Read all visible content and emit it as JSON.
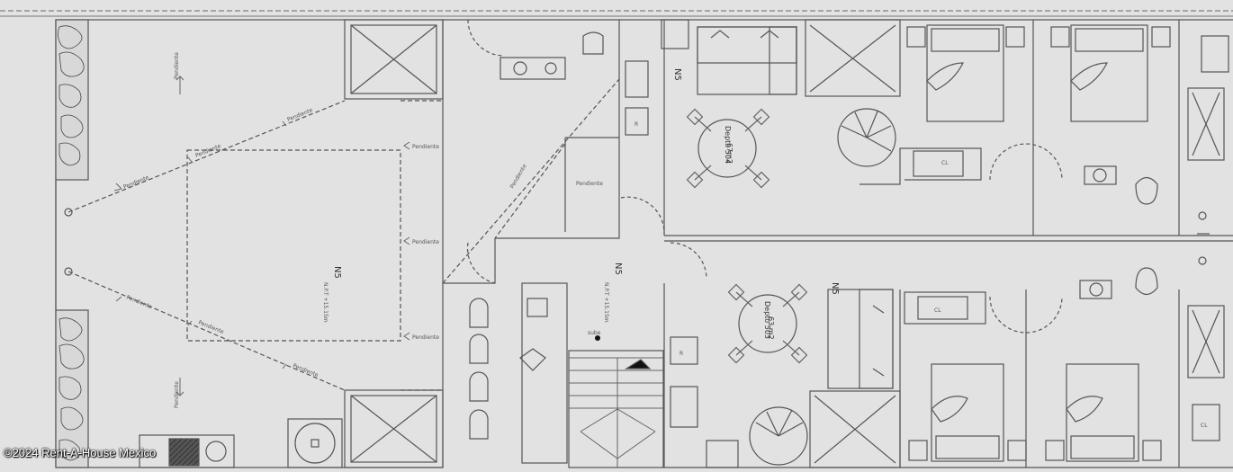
{
  "level_tags": [
    "N5",
    "N5",
    "N5",
    "N5"
  ],
  "units": [
    {
      "name": "Depto 504",
      "area": "67m2"
    },
    {
      "name": "Depto 503",
      "area": "63 m2"
    }
  ],
  "slope_label": "Pendiente",
  "level_note": "N.P.T +15.15m",
  "stair_label": "sube",
  "closet_label": "CL",
  "fridge_label": "R",
  "watermark": "©2024 Rent-A-House Mexico"
}
